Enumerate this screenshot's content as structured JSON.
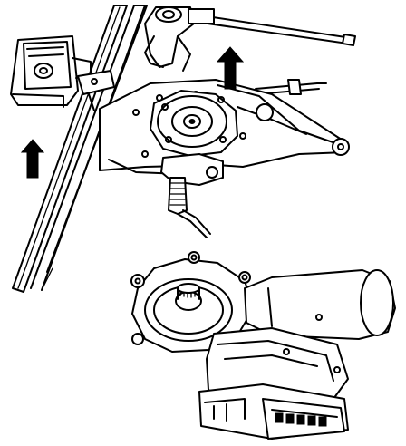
{
  "figure": {
    "background": "#ffffff",
    "line_color": "#000000",
    "components": [
      "window-glass-guide-rail",
      "window-regulator-bracket",
      "window-glass-clip",
      "window-regulator-motor-installed",
      "regulator-cable",
      "electrical-connector-lead",
      "window-regulator-motor-removed",
      "direction-arrow-left",
      "direction-arrow-right"
    ],
    "arrow_direction": "up"
  }
}
